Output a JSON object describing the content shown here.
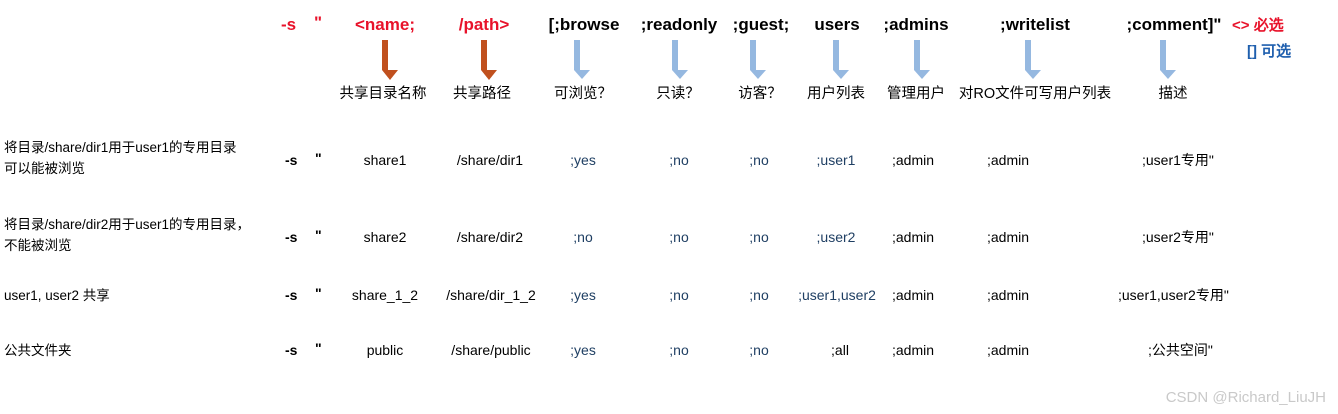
{
  "syntax_header": {
    "option": "-s",
    "quote_open": "\"",
    "fields": [
      {
        "label": "<name;",
        "required": true
      },
      {
        "label": "/path>",
        "required": true
      },
      {
        "label": "[;browse",
        "required": false
      },
      {
        "label": ";readonly",
        "required": false
      },
      {
        "label": ";guest;",
        "required": false
      },
      {
        "label": "users",
        "required": false
      },
      {
        "label": ";admins",
        "required": false
      },
      {
        "label": ";writelist",
        "required": false
      },
      {
        "label": ";comment]\"",
        "required": false
      }
    ]
  },
  "column_labels": [
    "共享目录名称",
    "共享路径",
    "可浏览？",
    "只读？",
    "访客？",
    "用户列表",
    "管理用户",
    "对RO文件可写用户列表",
    "描述"
  ],
  "legend": {
    "required_mark": "<>",
    "required_text": "必选",
    "optional_mark": "[]",
    "optional_text": "可选",
    "required_color": "#e8122a",
    "optional_color": "#1f5fae"
  },
  "rows": [
    {
      "description": "将目录/share/dir1用于user1的专用目录\n可以能被浏览",
      "option": "-s",
      "quote": "\"",
      "name": "share1",
      "path": "/share/dir1",
      "browse": ";yes",
      "readonly": ";no",
      "guest": ";no",
      "users": ";user1",
      "admins": ";admin",
      "writelist": ";admin",
      "comment": ";user1专用\""
    },
    {
      "description": "将目录/share/dir2用于user1的专用目录，\n不能被浏览",
      "option": "-s",
      "quote": "\"",
      "name": "share2",
      "path": "/share/dir2",
      "browse": ";no",
      "readonly": ";no",
      "guest": ";no",
      "users": ";user2",
      "admins": ";admin",
      "writelist": ";admin",
      "comment": ";user2专用\""
    },
    {
      "description": "user1, user2 共享",
      "option": "-s",
      "quote": "\"",
      "name": "share_1_2",
      "path": "/share/dir_1_2",
      "browse": ";yes",
      "readonly": ";no",
      "guest": ";no",
      "users": ";user1,user2",
      "admins": ";admin",
      "writelist": ";admin",
      "comment": ";user1,user2专用\""
    },
    {
      "description": "公共文件夹",
      "option": "-s",
      "quote": "\"",
      "name": "public",
      "path": "/share/public",
      "browse": ";yes",
      "readonly": ";no",
      "guest": ";no",
      "users": ";all",
      "admins": ";admin",
      "writelist": ";admin",
      "comment": ";公共空间\""
    }
  ],
  "watermark": "CSDN @Richard_LiuJH"
}
